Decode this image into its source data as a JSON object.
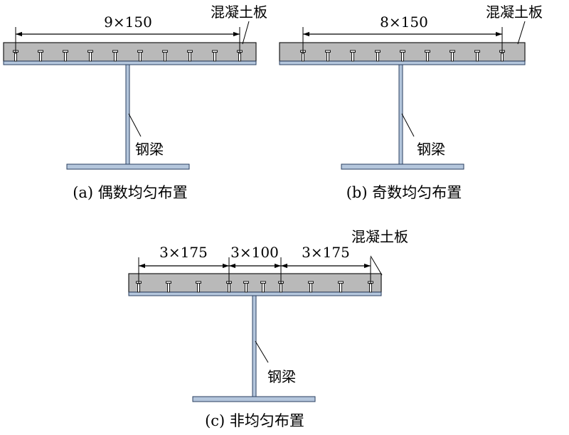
{
  "colors": {
    "slab_fill": "#b9b9b9",
    "slab_stroke": "#1a1a1a",
    "beam_fill": "#b4c6dc",
    "beam_stroke": "#2a3f5f",
    "line": "#000000",
    "background": "#ffffff"
  },
  "diagrams": [
    {
      "id": "a",
      "caption": "(a) 偶数均匀布置",
      "slab_label": "混凝土板",
      "beam_label": "钢梁",
      "dimensions": [
        "9×150"
      ]
    },
    {
      "id": "b",
      "caption": "(b) 奇数均匀布置",
      "slab_label": "混凝土板",
      "beam_label": "钢梁",
      "dimensions": [
        "8×150"
      ]
    },
    {
      "id": "c",
      "caption": "(c) 非均匀布置",
      "slab_label": "混凝土板",
      "beam_label": "钢梁",
      "dimensions": [
        "3×175",
        "3×100",
        "3×175"
      ]
    }
  ]
}
